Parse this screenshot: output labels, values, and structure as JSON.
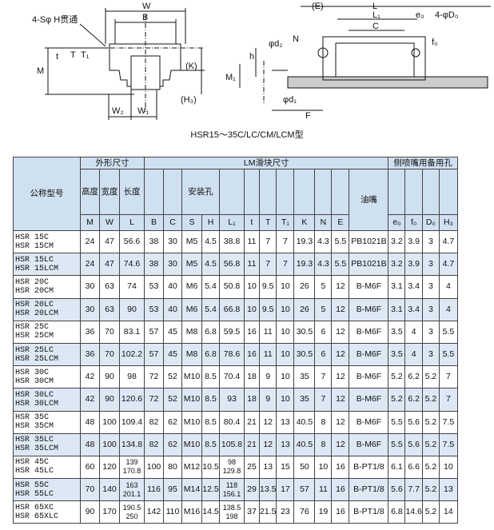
{
  "drawing": {
    "labels": {
      "hole_note": "4-Sφ H贯通",
      "W": "W",
      "B": "B",
      "M": "M",
      "T": "T",
      "T1": "T₁",
      "t": "t",
      "K": "(K)",
      "H3": "(H₃)",
      "W2": "W₂",
      "W1": "W₁",
      "E": "(E)",
      "L": "L",
      "L1": "L₁",
      "C": "C",
      "e0": "e₀",
      "D0_note": "4-φD₀",
      "f0": "f₀",
      "d2": "φd₂",
      "N": "N",
      "h": "h",
      "M1": "M₁",
      "d1": "φd₁",
      "F": "F"
    },
    "caption": "HSR15〜35C/LC/CM/LCM型"
  },
  "table": {
    "group_headers": {
      "model": "公称型号",
      "outer": "外形尺寸",
      "block": "LM滑块尺寸",
      "lube": "侧喷嘴用备用孔"
    },
    "sub_headers": {
      "height": "高度",
      "width": "宽度",
      "length": "长度",
      "mount": "安装孔",
      "nipple": "油嘴"
    },
    "columns": [
      "M",
      "W",
      "L",
      "B",
      "C",
      "S",
      "H",
      "L₁",
      "t",
      "T",
      "T₁",
      "K",
      "N",
      "E",
      "e₀",
      "f₀",
      "D₀",
      "H₃"
    ],
    "rows": [
      {
        "model": [
          "HSR 15C",
          "HSR 15CM"
        ],
        "M": "24",
        "W": "47",
        "L": [
          "56.6"
        ],
        "B": "38",
        "C": "30",
        "S": "M5",
        "H": "4.5",
        "L1": [
          "38.8"
        ],
        "t": "11",
        "T": "7",
        "T1": "7",
        "K": "19.3",
        "N": "4.3",
        "E": "5.5",
        "nipple": "PB1021B",
        "e0": "3.2",
        "f0": "3.9",
        "D0": "3",
        "H3": "4.7"
      },
      {
        "model": [
          "HSR 15LC",
          "HSR 15LCM"
        ],
        "M": "24",
        "W": "47",
        "L": [
          "74.6"
        ],
        "B": "38",
        "C": "30",
        "S": "M5",
        "H": "4.5",
        "L1": [
          "56.8"
        ],
        "t": "11",
        "T": "7",
        "T1": "7",
        "K": "19.3",
        "N": "4.3",
        "E": "5.5",
        "nipple": "PB1021B",
        "e0": "3.2",
        "f0": "3.9",
        "D0": "3",
        "H3": "4.7"
      },
      {
        "model": [
          "HSR 20C",
          "HSR 20CM"
        ],
        "M": "30",
        "W": "63",
        "L": [
          "74"
        ],
        "B": "53",
        "C": "40",
        "S": "M6",
        "H": "5.4",
        "L1": [
          "50.8"
        ],
        "t": "10",
        "T": "9.5",
        "T1": "10",
        "K": "26",
        "N": "5",
        "E": "12",
        "nipple": "B-M6F",
        "e0": "3.1",
        "f0": "3.4",
        "D0": "3",
        "H3": "4"
      },
      {
        "model": [
          "HSR 20LC",
          "HSR 20LCM"
        ],
        "M": "30",
        "W": "63",
        "L": [
          "90"
        ],
        "B": "53",
        "C": "40",
        "S": "M6",
        "H": "5.4",
        "L1": [
          "66.8"
        ],
        "t": "10",
        "T": "9.5",
        "T1": "10",
        "K": "26",
        "N": "5",
        "E": "12",
        "nipple": "B-M6F",
        "e0": "3.1",
        "f0": "3.4",
        "D0": "3",
        "H3": "4"
      },
      {
        "model": [
          "HSR 25C",
          "HSR 25CM"
        ],
        "M": "36",
        "W": "70",
        "L": [
          "83.1"
        ],
        "B": "57",
        "C": "45",
        "S": "M8",
        "H": "6.8",
        "L1": [
          "59.5"
        ],
        "t": "16",
        "T": "11",
        "T1": "10",
        "K": "30.5",
        "N": "6",
        "E": "12",
        "nipple": "B-M6F",
        "e0": "3.5",
        "f0": "4",
        "D0": "3",
        "H3": "5.5"
      },
      {
        "model": [
          "HSR 25LC",
          "HSR 25LCM"
        ],
        "M": "36",
        "W": "70",
        "L": [
          "102.2"
        ],
        "B": "57",
        "C": "45",
        "S": "M8",
        "H": "6.8",
        "L1": [
          "78.6"
        ],
        "t": "16",
        "T": "11",
        "T1": "10",
        "K": "30.5",
        "N": "6",
        "E": "12",
        "nipple": "B-M6F",
        "e0": "3.5",
        "f0": "4",
        "D0": "3",
        "H3": "5.5"
      },
      {
        "model": [
          "HSR 30C",
          "HSR 30CM"
        ],
        "M": "42",
        "W": "90",
        "L": [
          "98"
        ],
        "B": "72",
        "C": "52",
        "S": "M10",
        "H": "8.5",
        "L1": [
          "70.4"
        ],
        "t": "18",
        "T": "9",
        "T1": "10",
        "K": "35",
        "N": "7",
        "E": "12",
        "nipple": "B-M6F",
        "e0": "5.2",
        "f0": "6.2",
        "D0": "5.2",
        "H3": "7"
      },
      {
        "model": [
          "HSR 30LC",
          "HSR 30LCM"
        ],
        "M": "42",
        "W": "90",
        "L": [
          "120.6"
        ],
        "B": "72",
        "C": "52",
        "S": "M10",
        "H": "8.5",
        "L1": [
          "93"
        ],
        "t": "18",
        "T": "9",
        "T1": "10",
        "K": "35",
        "N": "7",
        "E": "12",
        "nipple": "B-M6F",
        "e0": "5.2",
        "f0": "6.2",
        "D0": "5.2",
        "H3": "7"
      },
      {
        "model": [
          "HSR 35C",
          "HSR 35CM"
        ],
        "M": "48",
        "W": "100",
        "L": [
          "109.4"
        ],
        "B": "82",
        "C": "62",
        "S": "M10",
        "H": "8.5",
        "L1": [
          "80.4"
        ],
        "t": "21",
        "T": "12",
        "T1": "13",
        "K": "40.5",
        "N": "8",
        "E": "12",
        "nipple": "B-M6F",
        "e0": "5.5",
        "f0": "5.6",
        "D0": "5.2",
        "H3": "7.5"
      },
      {
        "model": [
          "HSR 35LC",
          "HSR 35LCM"
        ],
        "M": "48",
        "W": "100",
        "L": [
          "134.8"
        ],
        "B": "82",
        "C": "62",
        "S": "M10",
        "H": "8.5",
        "L1": [
          "105.8"
        ],
        "t": "21",
        "T": "12",
        "T1": "13",
        "K": "40.5",
        "N": "8",
        "E": "12",
        "nipple": "B-M6F",
        "e0": "5.5",
        "f0": "5.6",
        "D0": "5.2",
        "H3": "7.5"
      },
      {
        "model": [
          "HSR 45C",
          "HSR 45LC"
        ],
        "M": "60",
        "W": "120",
        "L": [
          "139",
          "170.8"
        ],
        "B": "100",
        "C": "80",
        "S": "M12",
        "H": "10.5",
        "L1": [
          "98",
          "129.8"
        ],
        "t": "25",
        "T": "13",
        "T1": "15",
        "K": "50",
        "N": "10",
        "E": "16",
        "nipple": "B-PT1/8",
        "e0": "6.1",
        "f0": "6.6",
        "D0": "5.2",
        "H3": "10"
      },
      {
        "model": [
          "HSR 55C",
          "HSR 55LC"
        ],
        "M": "70",
        "W": "140",
        "L": [
          "163",
          "201.1"
        ],
        "B": "116",
        "C": "95",
        "S": "M14",
        "H": "12.5",
        "L1": [
          "118",
          "156.1"
        ],
        "t": "29",
        "T": "13.5",
        "T1": "17",
        "K": "57",
        "N": "11",
        "E": "16",
        "nipple": "B-PT1/8",
        "e0": "5.6",
        "f0": "7.7",
        "D0": "5.2",
        "H3": "13"
      },
      {
        "model": [
          "HSR 65XC",
          "HSR 65XLC"
        ],
        "M": "90",
        "W": "170",
        "L": [
          "190.5",
          "250"
        ],
        "B": "142",
        "C": "110",
        "S": "M16",
        "H": "14.5",
        "L1": [
          "138.5",
          "198"
        ],
        "t": "37",
        "T": "21.5",
        "T1": "23",
        "K": "76",
        "N": "19",
        "E": "16",
        "nipple": "B-PT1/8",
        "e0": "6.8",
        "f0": "14.6",
        "D0": "5.2",
        "H3": "14"
      }
    ]
  }
}
